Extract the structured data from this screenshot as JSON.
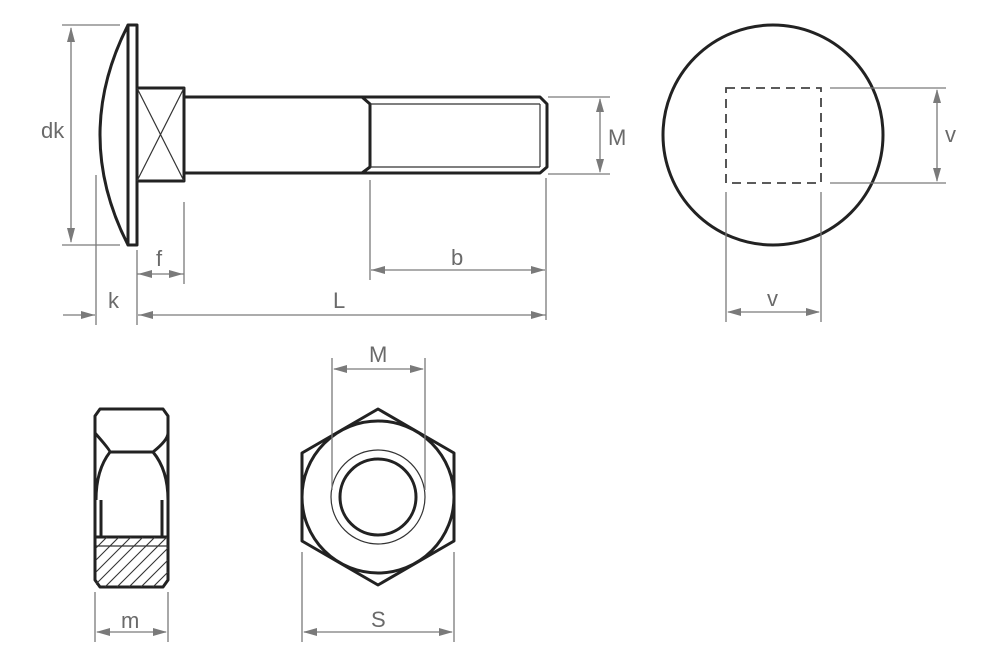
{
  "drawing": {
    "subject": "Carriage bolt with hex nut",
    "colors": {
      "outline": "#222222",
      "dimension": "#7a7a7a",
      "label": "#6a6a6a"
    },
    "bolt_side_view": {
      "labels": {
        "head_diameter": "dk",
        "head_height": "k",
        "square_neck_length": "f",
        "length": "L",
        "thread_length": "b",
        "thread_diameter": "M"
      }
    },
    "bolt_end_view": {
      "labels": {
        "square_vertical": "v",
        "square_horizontal": "v"
      }
    },
    "nut_side_view": {
      "labels": {
        "nut_height": "m"
      }
    },
    "nut_front_view": {
      "labels": {
        "thread_diameter": "M",
        "width_across_flats": "S"
      }
    }
  }
}
